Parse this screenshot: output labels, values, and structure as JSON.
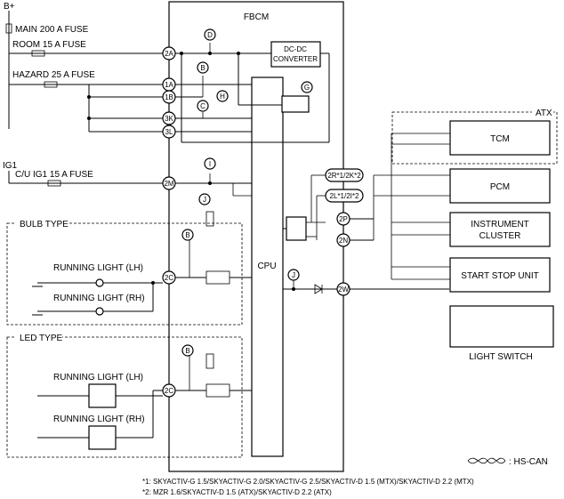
{
  "module": "FBCM",
  "cpu": "CPU",
  "dcdc": [
    "DC-DC",
    "CONVERTER"
  ],
  "supplies": {
    "bplus": "B+",
    "main_fuse": "MAIN 200 A FUSE",
    "room_fuse": "ROOM 15 A FUSE",
    "hazard_fuse": "HAZARD 25 A FUSE",
    "ig1": "IG1",
    "cu_fuse": "C/U IG1 15 A FUSE"
  },
  "terminals": [
    "2A",
    "1A",
    "1B",
    "3K",
    "3L",
    "2M",
    "2C",
    "2C",
    "2P",
    "2N",
    "2W"
  ],
  "can_terminals": [
    "2R*1/2K*2",
    "2L*1/2I*2"
  ],
  "points": [
    "D",
    "B",
    "C",
    "H",
    "G",
    "I",
    "J",
    "B",
    "J",
    "B"
  ],
  "groups": {
    "bulb": "BULB TYPE",
    "led": "LED TYPE",
    "atx": "ATX"
  },
  "lights": [
    "RUNNING LIGHT (LH)",
    "RUNNING LIGHT (RH)",
    "RUNNING LIGHT (LH)",
    "RUNNING LIGHT (RH)"
  ],
  "units": {
    "tcm": "TCM",
    "pcm": "PCM",
    "cluster": [
      "INSTRUMENT",
      "CLUSTER"
    ],
    "ssu": "START STOP UNIT",
    "switch": "LIGHT SWITCH"
  },
  "legend": ": HS-CAN",
  "footnotes": [
    "*1: SKYACTIV-G 1.5/SKYACTIV-G 2.0/SKYACTIV-G 2.5/SKYACTIV-D 1.5 (MTX)/SKYACTIV-D 2.2 (MTX)",
    "*2: MZR 1.6/SKYACTIV-D 1.5 (ATX)/SKYACTIV-D 2.2 (ATX)"
  ]
}
